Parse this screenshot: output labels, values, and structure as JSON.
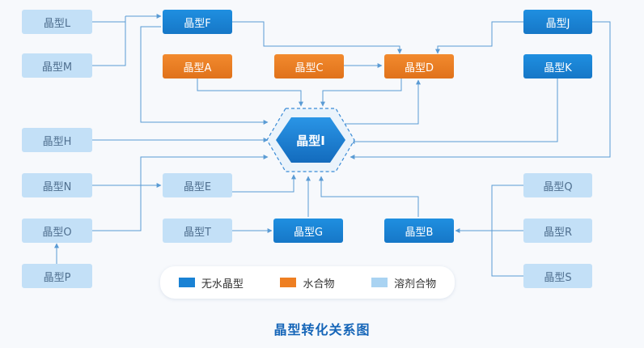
{
  "nodes": {
    "L": "晶型L",
    "M": "晶型M",
    "F": "晶型F",
    "J": "晶型J",
    "A": "晶型A",
    "C": "晶型C",
    "D": "晶型D",
    "K": "晶型K",
    "H": "晶型H",
    "I": "晶型I",
    "N": "晶型N",
    "E": "晶型E",
    "Q": "晶型Q",
    "O": "晶型O",
    "T": "晶型T",
    "G": "晶型G",
    "B": "晶型B",
    "R": "晶型R",
    "P": "晶型P",
    "S": "晶型S"
  },
  "legend": {
    "anhydrous": "无水晶型",
    "hydrate": "水合物",
    "solvate": "溶剂合物"
  },
  "caption": "晶型转化关系图",
  "colors": {
    "anhydrous": "#1a82d4",
    "hydrate": "#ee7f22",
    "solvate": "#a9d3f2",
    "caption": "#1565b8",
    "connector": "#5a9bd4"
  }
}
